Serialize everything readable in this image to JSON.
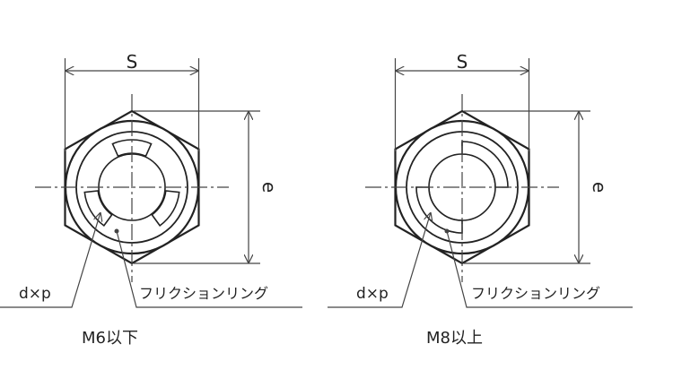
{
  "figures": [
    {
      "id": "m6",
      "dim_s": "S",
      "dim_e": "e",
      "thread_label": "d×p",
      "ring_label": "フリクションリング",
      "caption": "M6以下",
      "slot_count": 3
    },
    {
      "id": "m8",
      "dim_s": "S",
      "dim_e": "e",
      "thread_label": "d×p",
      "ring_label": "フリクションリング",
      "caption": "M8以上",
      "slot_count": 2
    }
  ],
  "colors": {
    "line": "#222222",
    "dim": "#444444"
  }
}
